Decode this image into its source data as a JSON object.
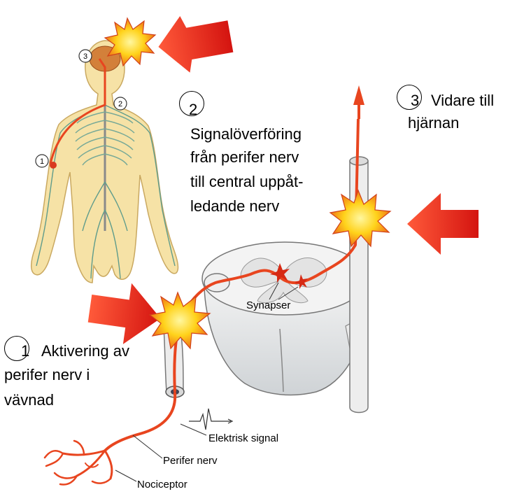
{
  "steps": [
    {
      "number": "1",
      "lines": [
        "Aktivering av",
        "perifer nerv i",
        "vävnad"
      ]
    },
    {
      "number": "2",
      "lines": [
        "Signalöverföring",
        "från perifer nerv",
        "till central uppåt-",
        "ledande nerv"
      ]
    },
    {
      "number": "3",
      "lines": [
        "Vidare till",
        "hjärnan"
      ]
    }
  ],
  "figure_markers": [
    "1",
    "2",
    "3"
  ],
  "labels": {
    "synapser": "Synapser",
    "elektrisk_signal": "Elektrisk signal",
    "perifer_nerv": "Perifer nerv",
    "nociceptor": "Nociceptor"
  },
  "colors": {
    "arrow_red": "#e8201c",
    "nerve_orange": "#e8451f",
    "burst_yellow": "#ffe11a",
    "skin": "#f6e2a6",
    "nerve_green": "#5f9c8c"
  },
  "icons": [
    "pain-burst-icon",
    "red-arrow-icon"
  ]
}
